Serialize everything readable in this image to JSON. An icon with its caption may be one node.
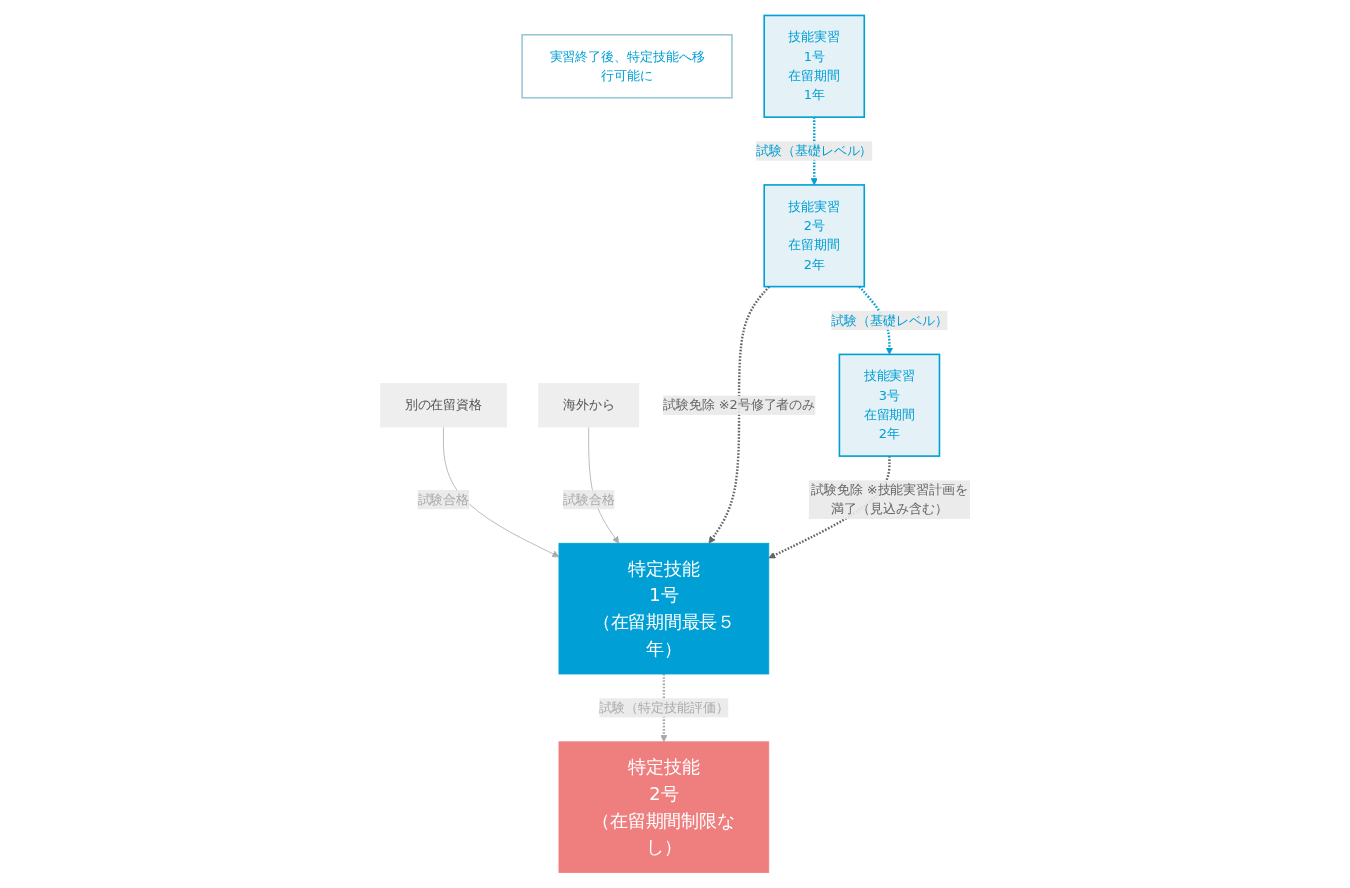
{
  "diagram": {
    "nodes": [
      {
        "text": [
          "実習終了後、特定技能へ移行可能に"
        ]
      },
      {
        "text": [
          "技能実習",
          "1号",
          "在留期間",
          "1年"
        ]
      },
      {
        "text": [
          "技能実習",
          "2号",
          "在留期間",
          "2年"
        ]
      },
      {
        "text": [
          "技能実習",
          "3号",
          "在留期間",
          "2年"
        ]
      },
      {
        "text": [
          "別の在留資格"
        ]
      },
      {
        "text": [
          "海外から"
        ]
      },
      {
        "text": [
          "特定技能",
          "1号",
          "（在留期間最長５年）"
        ]
      },
      {
        "text": [
          "特定技能",
          "2号",
          "（在留期間制限なし）"
        ]
      }
    ],
    "edges": [
      {
        "from": 1,
        "to": 2,
        "arrow": "to",
        "label": "試験（基礎レベル）",
        "style": "dashed",
        "color": "#009fd4"
      },
      {
        "from": 2,
        "to": 3,
        "arrow": "to",
        "label": "試験（基礎レベル）",
        "style": "dashed",
        "color": "#009fd4"
      },
      {
        "from": 4,
        "to": 6,
        "arrow": "to",
        "label": "試験合格",
        "color": "#aaaaaa"
      },
      {
        "from": 5,
        "to": 6,
        "arrow": "to",
        "label": "試験合格",
        "color": "#aaaaaa"
      },
      {
        "from": 2,
        "to": 6,
        "arrow": "to",
        "label": "試験免除 ※2号修了者のみ",
        "style": "dashed",
        "color": "#666666"
      },
      {
        "from": 3,
        "to": 6,
        "arrow": "to",
        "label": "試験免除 ※技能実習計画を満了（見込み含む）",
        "style": "dashed",
        "color": "#666666"
      },
      {
        "from": 6,
        "to": 7,
        "arrow": "to",
        "label": "試験（特定技能評価）",
        "style": "dashed",
        "color": "#aaaaaa"
      }
    ]
  }
}
